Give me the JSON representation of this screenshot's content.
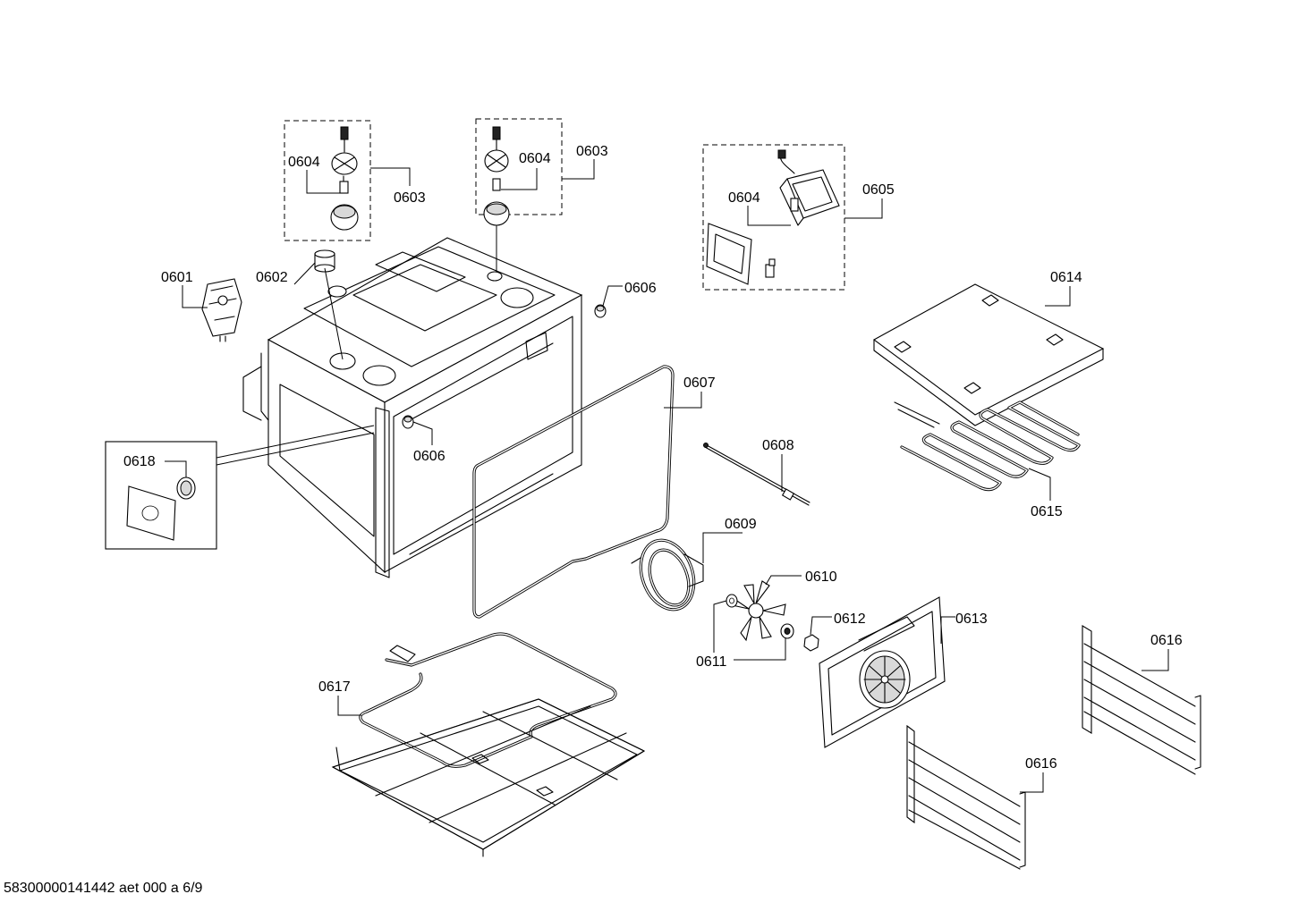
{
  "callouts": {
    "c0601": "0601",
    "c0602": "0602",
    "c0603a": "0603",
    "c0603b": "0603",
    "c0604a": "0604",
    "c0604b": "0604",
    "c0604c": "0604",
    "c0605": "0605",
    "c0606a": "0606",
    "c0606b": "0606",
    "c0607": "0607",
    "c0608": "0608",
    "c0609": "0609",
    "c0610": "0610",
    "c0611": "0611",
    "c0612": "0612",
    "c0613": "0613",
    "c0614": "0614",
    "c0615": "0615",
    "c0616a": "0616",
    "c0616b": "0616",
    "c0617": "0617",
    "c0618": "0618"
  },
  "footer": "58300000141442 aet 000 a 6/9"
}
